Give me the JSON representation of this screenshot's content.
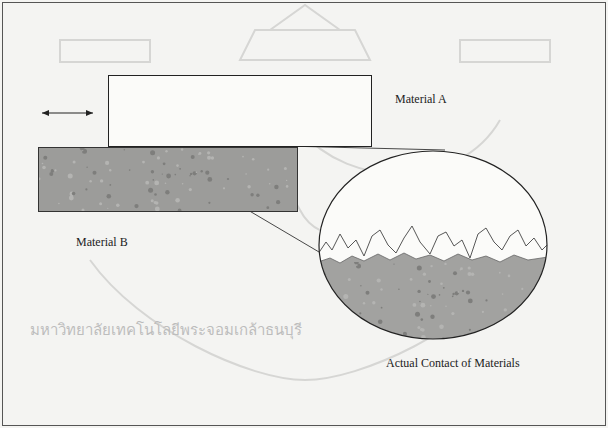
{
  "diagram": {
    "nodes": [
      {
        "text": [
          "Material A"
        ]
      },
      {
        "text": [
          "Material B"
        ]
      },
      {
        "text": [
          "Actual Contact of Materials"
        ]
      }
    ],
    "labels": [
      "มหาวิทยาลัยเทคโนโลยีพระจอมเกล้าธนบุรี"
    ]
  }
}
